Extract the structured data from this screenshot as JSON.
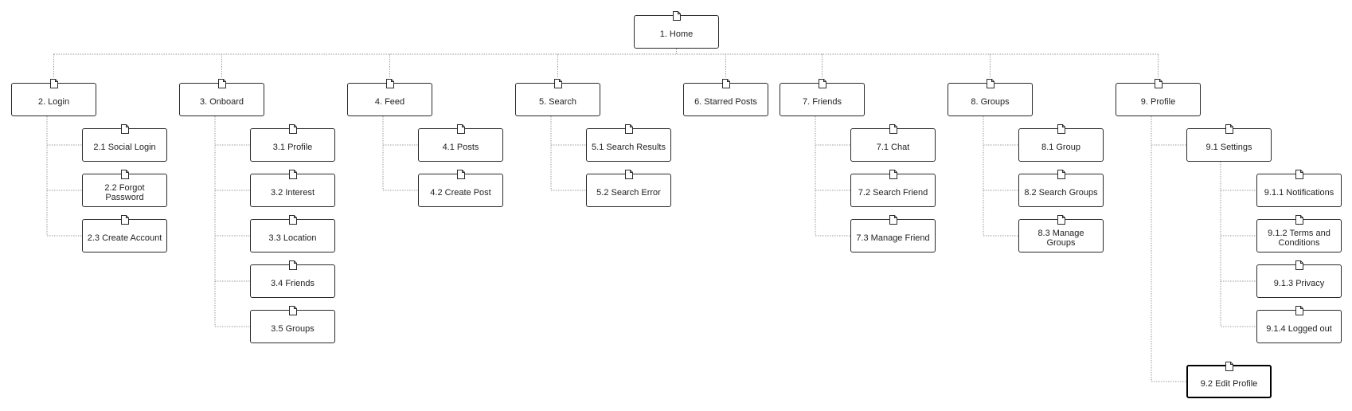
{
  "sitemap": {
    "root": {
      "id": "n1",
      "label": "1. Home"
    },
    "sections": [
      {
        "id": "n2",
        "label": "2. Login",
        "children": [
          {
            "id": "n2_1",
            "label": "2.1 Social Login"
          },
          {
            "id": "n2_2",
            "label": "2.2 Forgot Password"
          },
          {
            "id": "n2_3",
            "label": "2.3 Create Account"
          }
        ]
      },
      {
        "id": "n3",
        "label": "3. Onboard",
        "children": [
          {
            "id": "n3_1",
            "label": "3.1 Profile"
          },
          {
            "id": "n3_2",
            "label": "3.2 Interest"
          },
          {
            "id": "n3_3",
            "label": "3.3 Location"
          },
          {
            "id": "n3_4",
            "label": "3.4 Friends"
          },
          {
            "id": "n3_5",
            "label": "3.5 Groups"
          }
        ]
      },
      {
        "id": "n4",
        "label": "4. Feed",
        "children": [
          {
            "id": "n4_1",
            "label": "4.1 Posts"
          },
          {
            "id": "n4_2",
            "label": "4.2 Create Post"
          }
        ]
      },
      {
        "id": "n5",
        "label": "5. Search",
        "children": [
          {
            "id": "n5_1",
            "label": "5.1 Search Results"
          },
          {
            "id": "n5_2",
            "label": "5.2 Search Error"
          }
        ]
      },
      {
        "id": "n6",
        "label": "6. Starred Posts",
        "children": []
      },
      {
        "id": "n7",
        "label": "7. Friends",
        "children": [
          {
            "id": "n7_1",
            "label": "7.1 Chat"
          },
          {
            "id": "n7_2",
            "label": "7.2 Search Friend"
          },
          {
            "id": "n7_3",
            "label": "7.3 Manage Friend"
          }
        ]
      },
      {
        "id": "n8",
        "label": "8. Groups",
        "children": [
          {
            "id": "n8_1",
            "label": "8.1 Group"
          },
          {
            "id": "n8_2",
            "label": "8.2 Search Groups"
          },
          {
            "id": "n8_3",
            "label": "8.3 Manage Groups"
          }
        ]
      },
      {
        "id": "n9",
        "label": "9. Profile",
        "children": [
          {
            "id": "n9_1",
            "label": "9.1 Settings",
            "children": [
              {
                "id": "n9_1_1",
                "label": "9.1.1 Notifications"
              },
              {
                "id": "n9_1_2",
                "label": "9.1.2 Terms and Conditions"
              },
              {
                "id": "n9_1_3",
                "label": "9.1.3 Privacy"
              },
              {
                "id": "n9_1_4",
                "label": "9.1.4 Logged out"
              }
            ]
          },
          {
            "id": "n9_2",
            "label": "9.2 Edit Profile",
            "selected": true
          }
        ]
      }
    ]
  },
  "colors": {
    "node_border": "#2a2a2a",
    "selected_border": "#000000",
    "connector": "#9a9a9a",
    "text": "#222222",
    "background": "#ffffff"
  },
  "icons": {
    "page": "page-icon"
  }
}
